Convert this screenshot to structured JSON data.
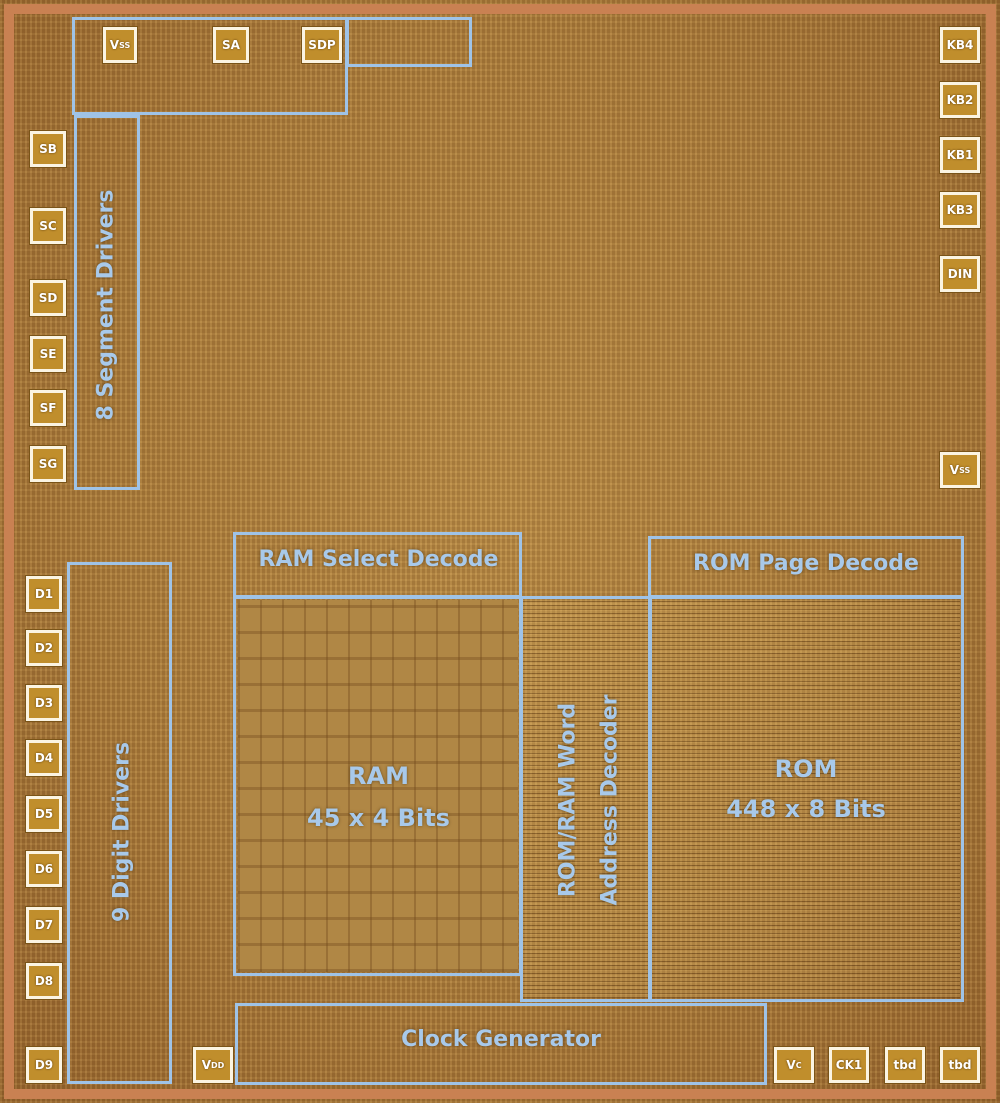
{
  "pads": {
    "top": [
      {
        "id": "vss_top",
        "main": "V",
        "sub": "SS"
      },
      {
        "id": "sa",
        "main": "SA",
        "sub": ""
      },
      {
        "id": "sdp",
        "main": "SDP",
        "sub": ""
      }
    ],
    "left_segments": [
      {
        "id": "sb",
        "main": "SB",
        "sub": ""
      },
      {
        "id": "sc",
        "main": "SC",
        "sub": ""
      },
      {
        "id": "sd",
        "main": "SD",
        "sub": ""
      },
      {
        "id": "se",
        "main": "SE",
        "sub": ""
      },
      {
        "id": "sf",
        "main": "SF",
        "sub": ""
      },
      {
        "id": "sg",
        "main": "SG",
        "sub": ""
      }
    ],
    "left_digits": [
      {
        "id": "d1",
        "main": "D1",
        "sub": ""
      },
      {
        "id": "d2",
        "main": "D2",
        "sub": ""
      },
      {
        "id": "d3",
        "main": "D3",
        "sub": ""
      },
      {
        "id": "d4",
        "main": "D4",
        "sub": ""
      },
      {
        "id": "d5",
        "main": "D5",
        "sub": ""
      },
      {
        "id": "d6",
        "main": "D6",
        "sub": ""
      },
      {
        "id": "d7",
        "main": "D7",
        "sub": ""
      },
      {
        "id": "d8",
        "main": "D8",
        "sub": ""
      },
      {
        "id": "d9",
        "main": "D9",
        "sub": ""
      }
    ],
    "right": [
      {
        "id": "kb4",
        "main": "KB4",
        "sub": ""
      },
      {
        "id": "kb2",
        "main": "KB2",
        "sub": ""
      },
      {
        "id": "kb1",
        "main": "KB1",
        "sub": ""
      },
      {
        "id": "kb3",
        "main": "KB3",
        "sub": ""
      },
      {
        "id": "din",
        "main": "DIN",
        "sub": ""
      },
      {
        "id": "vss_right",
        "main": "V",
        "sub": "SS"
      }
    ],
    "bottom": [
      {
        "id": "vdd",
        "main": "V",
        "sub": "DD"
      },
      {
        "id": "vc",
        "main": "V",
        "sub": "C"
      },
      {
        "id": "ck1",
        "main": "CK1",
        "sub": ""
      },
      {
        "id": "tbd1",
        "main": "tbd",
        "sub": ""
      },
      {
        "id": "tbd2",
        "main": "tbd",
        "sub": ""
      }
    ]
  },
  "regions": {
    "segment_drivers": "8 Segment Drivers",
    "digit_drivers": "9 Digit Drivers",
    "ram_select": "RAM Select Decode",
    "ram_line1": "RAM",
    "ram_line2": "45 x 4 Bits",
    "word_decoder_line1": "ROM/RAM Word",
    "word_decoder_line2": "Address Decoder",
    "rom_page": "ROM Page Decode",
    "rom_line1": "ROM",
    "rom_line2": "448 x 8 Bits",
    "clock": "Clock Generator"
  },
  "colors": {
    "region_outline": "#9fc3e7",
    "pad_fill": "#c08e2c",
    "die_border": "#c98152"
  }
}
